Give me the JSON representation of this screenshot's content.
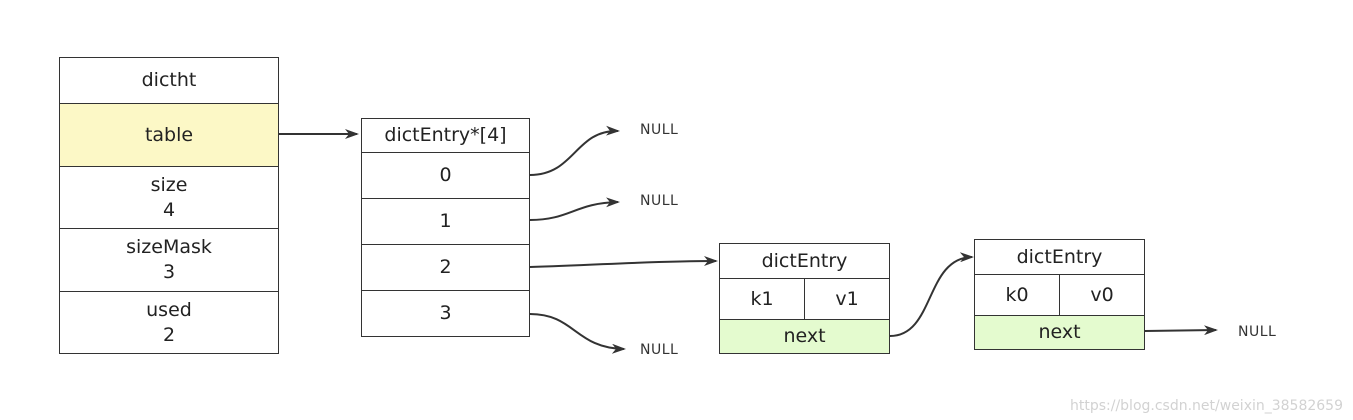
{
  "dictht": {
    "title": "dictht",
    "table": "table",
    "size_label": "size",
    "size_value": "4",
    "sizemask_label": "sizeMask",
    "sizemask_value": "3",
    "used_label": "used",
    "used_value": "2"
  },
  "array": {
    "title": "dictEntry*[4]",
    "slots": [
      "0",
      "1",
      "2",
      "3"
    ]
  },
  "entry1": {
    "title": "dictEntry",
    "key": "k1",
    "value": "v1",
    "next": "next"
  },
  "entry0": {
    "title": "dictEntry",
    "key": "k0",
    "value": "v0",
    "next": "next"
  },
  "null_label": "NULL",
  "watermark": "https://blog.csdn.net/weixin_38582659",
  "colors": {
    "highlight_yellow": "#fcf8c6",
    "highlight_green": "#e4fbcf",
    "line": "#333333"
  }
}
